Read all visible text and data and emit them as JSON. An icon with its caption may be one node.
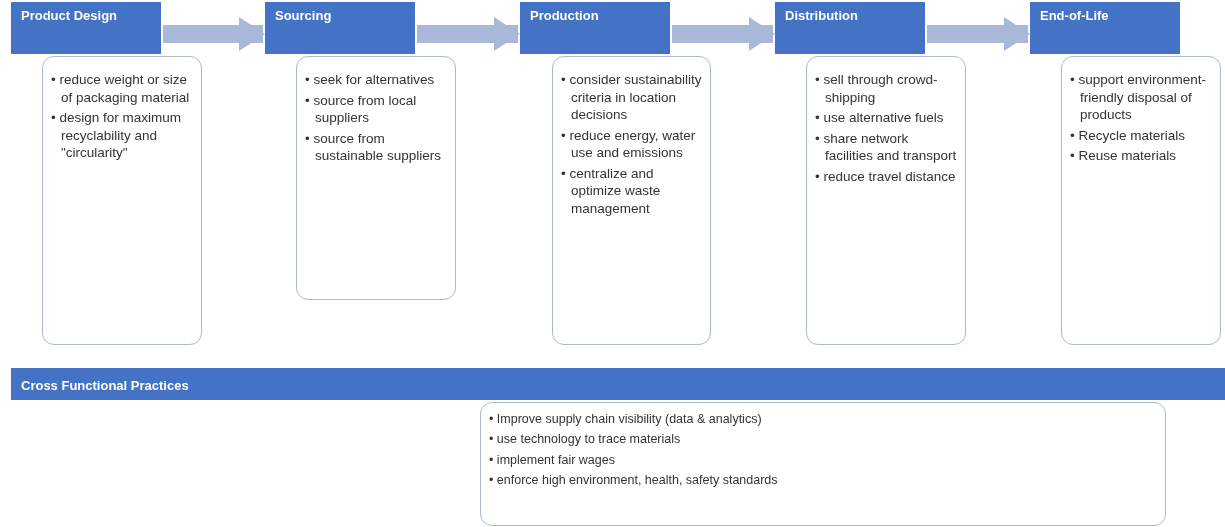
{
  "diagram": {
    "nodes": [
      {
        "text": [
          "Product Design"
        ]
      },
      {
        "text": [
          "• reduce weight or size of packaging material",
          "• design for maximum recyclability and \"circularity\""
        ]
      },
      {
        "text": [
          "Sourcing"
        ]
      },
      {
        "text": [
          "• seek for alternatives",
          "• source from local suppliers",
          "• source from sustainable suppliers"
        ]
      },
      {
        "text": [
          "Production"
        ]
      },
      {
        "text": [
          "• consider sustainability criteria in location decisions",
          "• reduce energy, water use and emissions",
          "• centralize and optimize waste management"
        ]
      },
      {
        "text": [
          "Distribution"
        ]
      },
      {
        "text": [
          "• sell through crowd-shipping",
          "• use alternative fuels",
          "• share network facilities and transport",
          "• reduce travel distance"
        ]
      },
      {
        "text": [
          "End-of-Life"
        ]
      },
      {
        "text": [
          "• support environment-friendly disposal of products",
          "• Recycle materials",
          "• Reuse materials"
        ]
      },
      {
        "text": [
          "Cross Functional Practices"
        ]
      },
      {
        "text": [
          "• Improve supply chain visibility (data & analytics)",
          "• use technology to trace materials",
          "• implement fair wages",
          "• enforce high environment, health, safety standards"
        ]
      }
    ],
    "edges": [
      {
        "from": 0,
        "to": 2,
        "arrow": "to"
      },
      {
        "from": 2,
        "to": 4,
        "arrow": "to"
      },
      {
        "from": 4,
        "to": 6,
        "arrow": "to"
      },
      {
        "from": 6,
        "to": 8,
        "arrow": "to"
      }
    ]
  }
}
